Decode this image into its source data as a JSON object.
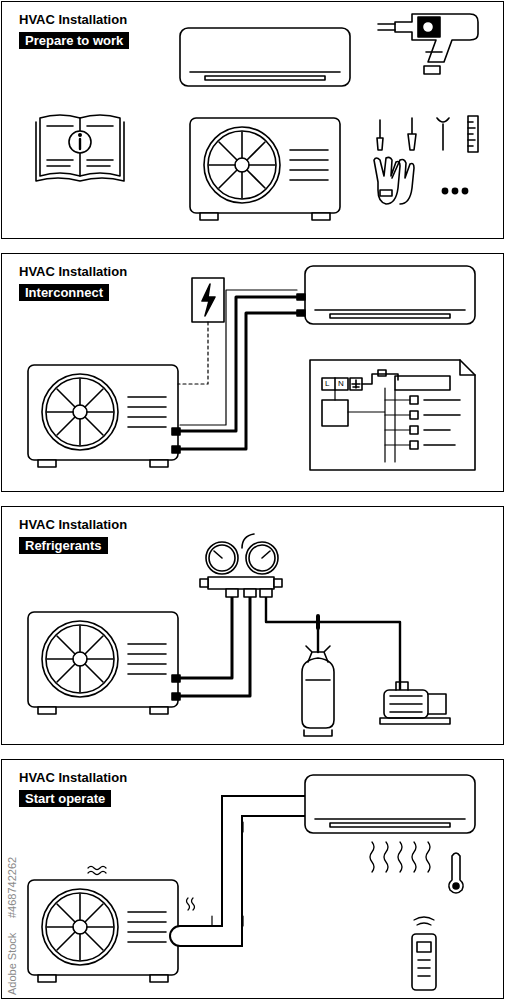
{
  "diagram": {
    "nodes": [
      {
        "text": [
          "HVAC Installation"
        ]
      },
      {
        "text": [
          "Prepare to work"
        ],
        "in": 0
      },
      {
        "text": [
          "HVAC Installation"
        ]
      },
      {
        "text": [
          "Interconnect"
        ],
        "in": 2
      },
      {
        "text": [
          "HVAC Installation"
        ]
      },
      {
        "text": [
          "Refrigerants"
        ],
        "in": 4
      },
      {
        "text": [
          "HVAC Installation"
        ]
      },
      {
        "text": [
          "Start operate"
        ],
        "in": 6
      }
    ],
    "labels": [
      "L",
      "N",
      "#468742262",
      "Adobe Stock"
    ]
  }
}
